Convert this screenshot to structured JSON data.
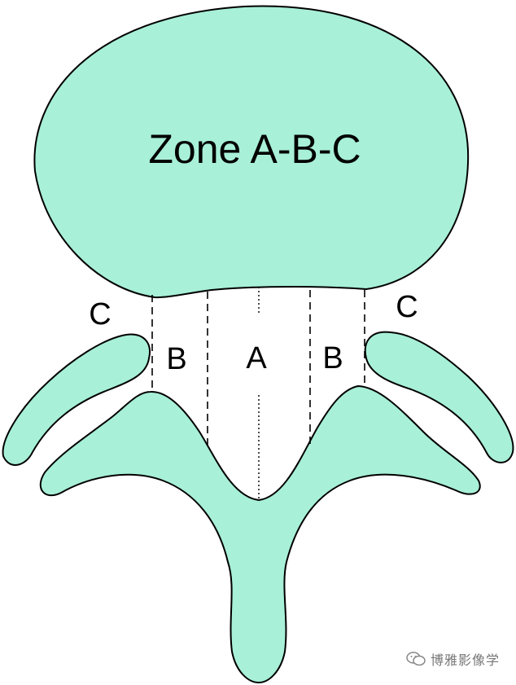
{
  "diagram": {
    "title": "Zone A-B-C",
    "labels": {
      "zone_a": "A",
      "zone_b_left": "B",
      "zone_b_right": "B",
      "zone_c_left": "C",
      "zone_c_right": "C"
    },
    "fill_color": "#a8f0d8",
    "stroke_color": "#000000"
  },
  "watermark": {
    "icon": "wechat-icon",
    "text": "博雅影像学"
  }
}
